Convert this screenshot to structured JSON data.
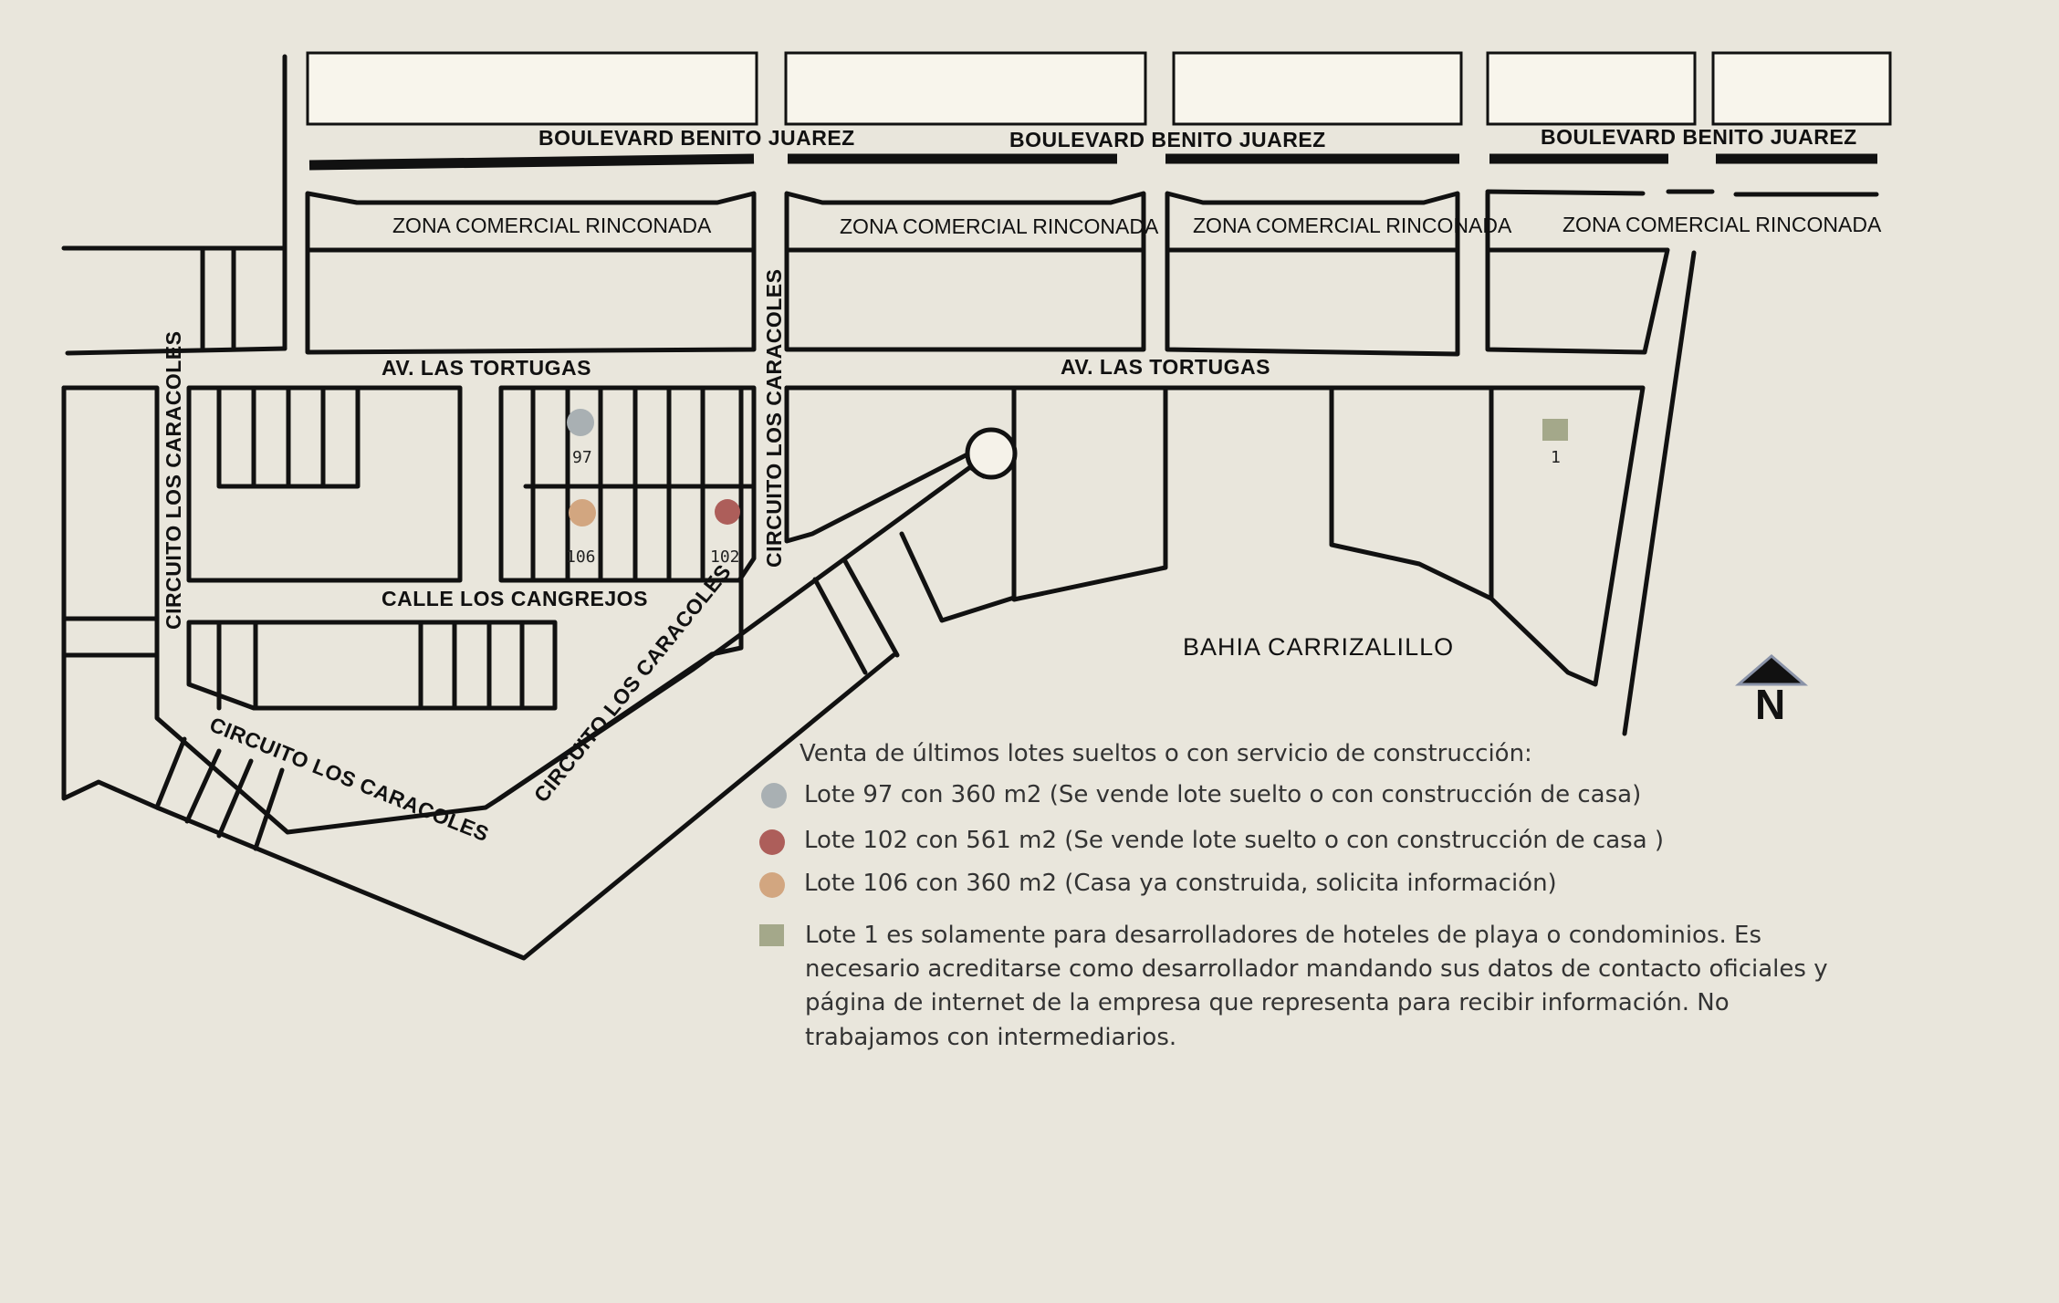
{
  "streets": {
    "boulevard": "BOULEVARD  BENITO  JUAREZ",
    "zona_comercial": "ZONA COMERCIAL RINCONADA",
    "av_tortugas": "AV. LAS TORTUGAS",
    "circuito": "CIRCUITO LOS CARACOLES",
    "calle_cangrejos": "CALLE  LOS  CANGREJOS"
  },
  "bay_label": "BAHIA  CARRIZALILLO",
  "north_label": "N",
  "lots": [
    {
      "number": "97",
      "color": "#a9b0b3"
    },
    {
      "number": "106",
      "color": "#d2a680"
    },
    {
      "number": "102",
      "color": "#ad5e5a"
    },
    {
      "number": "1",
      "color": "#a4a88a"
    }
  ],
  "legend": {
    "title": "Venta de últimos lotes sueltos o con servicio de construcción:",
    "items": [
      {
        "text": "Lote   97 con 360 m2 (Se vende lote suelto o con construcción de casa)",
        "color": "#a9b0b3"
      },
      {
        "text": "Lote   102 con 561 m2 (Se vende lote suelto o con construcción de casa )",
        "color": "#ad5e5a"
      },
      {
        "text": "Lote 106 con 360 m2 (Casa ya construida, solicita información)",
        "color": "#d2a680"
      }
    ],
    "developer_note": [
      "Lote 1 es solamente para desarrolladores de hoteles de playa o condominios. Es",
      "necesario acreditarse como desarrollador mandando sus datos de contacto oficiales y",
      "página de internet de la empresa que representa para recibir información. No",
      "trabajamos con intermediarios."
    ],
    "developer_color": "#a4a88a"
  }
}
